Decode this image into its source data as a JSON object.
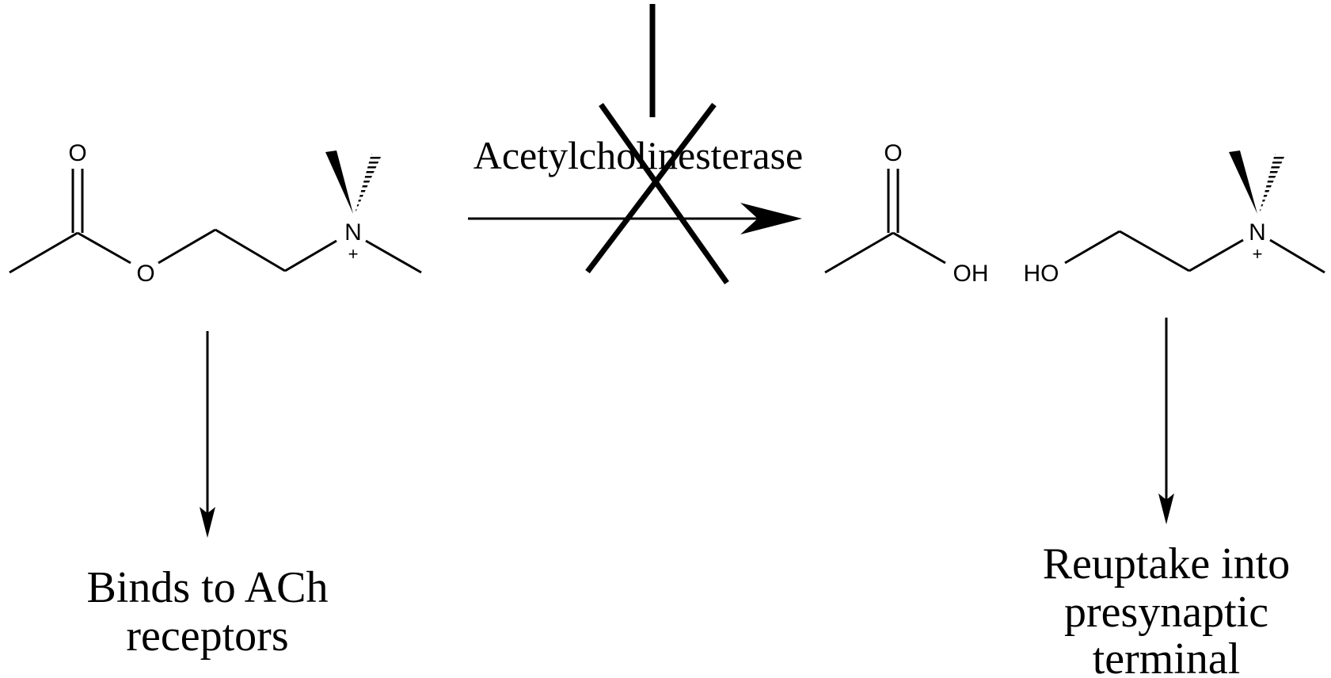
{
  "enzyme_label": "Acetylcholinesterase",
  "atoms": {
    "oxygen": "O",
    "nitrogen": "N",
    "charge": "+",
    "hydroxyl_right": "OH",
    "hydroxyl_left": "HO"
  },
  "captions": {
    "left_line1": "Binds to ACh",
    "left_line2": "receptors",
    "right_line1": "Reuptake into",
    "right_line2": "presynaptic",
    "right_line3": "terminal"
  }
}
